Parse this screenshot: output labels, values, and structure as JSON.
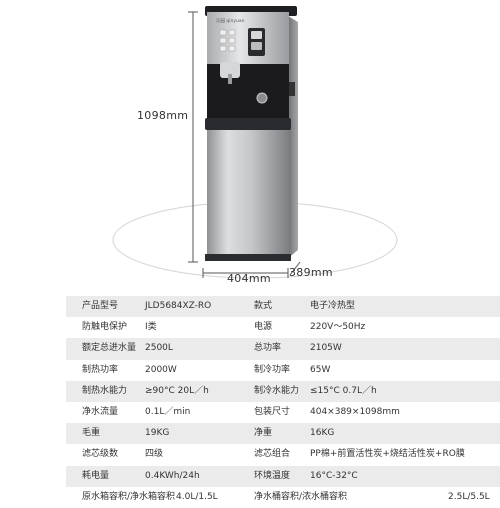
{
  "dimensions": {
    "height": "1098mm",
    "width": "404mm",
    "depth": "389mm"
  },
  "product": {
    "brand_badge": "沁园 qinyuan"
  },
  "specs": [
    {
      "l1": "产品型号",
      "v1": "JLD5684XZ-RO",
      "l2": "款式",
      "v2": "电子冷热型"
    },
    {
      "l1": "防触电保护",
      "v1": "I类",
      "l2": "电源",
      "v2": "220V～50Hz"
    },
    {
      "l1": "额定总进水量",
      "v1": "2500L",
      "l2": "总功率",
      "v2": "2105W"
    },
    {
      "l1": "制热功率",
      "v1": "2000W",
      "l2": "制冷功率",
      "v2": "65W"
    },
    {
      "l1": "制热水能力",
      "v1": "≥90°C 20L／h",
      "l2": "制冷水能力",
      "v2": "≤15°C 0.7L／h"
    },
    {
      "l1": "净水流量",
      "v1": "0.1L／min",
      "l2": "包装尺寸",
      "v2": "404×389×1098mm"
    },
    {
      "l1": "毛重",
      "v1": "19KG",
      "l2": "净重",
      "v2": "16KG"
    },
    {
      "l1": "滤芯级数",
      "v1": "四级",
      "l2": "滤芯组合",
      "v2": "PP棉+前置活性炭+烧结活性炭+RO膜"
    },
    {
      "l1": "耗电量",
      "v1": "0.4KWh/24h",
      "l2": "环境温度",
      "v2": "16°C-32°C"
    },
    {
      "l1": "原水箱容积/净水箱容积",
      "v1": "4.0L/1.5L",
      "l2": "净水桶容积/浓水桶容积",
      "v2": "2.5L/5.5L"
    }
  ]
}
